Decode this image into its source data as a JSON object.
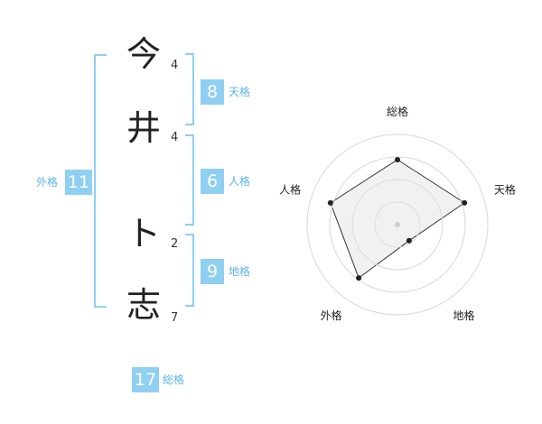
{
  "name": {
    "chars": [
      {
        "char": "今",
        "strokes": "4"
      },
      {
        "char": "井",
        "strokes": "4"
      },
      {
        "char": "ト",
        "strokes": "2"
      },
      {
        "char": "志",
        "strokes": "7"
      }
    ]
  },
  "kaku": {
    "tenkaku": {
      "value": "8",
      "label": "天格"
    },
    "jinkaku": {
      "value": "6",
      "label": "人格"
    },
    "chikaku": {
      "value": "9",
      "label": "地格"
    },
    "gaikaku": {
      "value": "11",
      "label": "外格"
    },
    "soukaku": {
      "value": "17",
      "label": "総格"
    }
  },
  "colors": {
    "accent": "#8fcff2",
    "accent_text": "#5fb4e6",
    "bracket": "#8fcff2",
    "radar_fill": "#eeeeee",
    "radar_line": "#333333"
  },
  "chart_data": {
    "type": "radar",
    "axes": [
      "総格",
      "天格",
      "地格",
      "外格",
      "人格"
    ],
    "values": [
      0.72,
      0.78,
      0.22,
      0.73,
      0.78
    ],
    "range": [
      0,
      1
    ],
    "rings": 4
  }
}
